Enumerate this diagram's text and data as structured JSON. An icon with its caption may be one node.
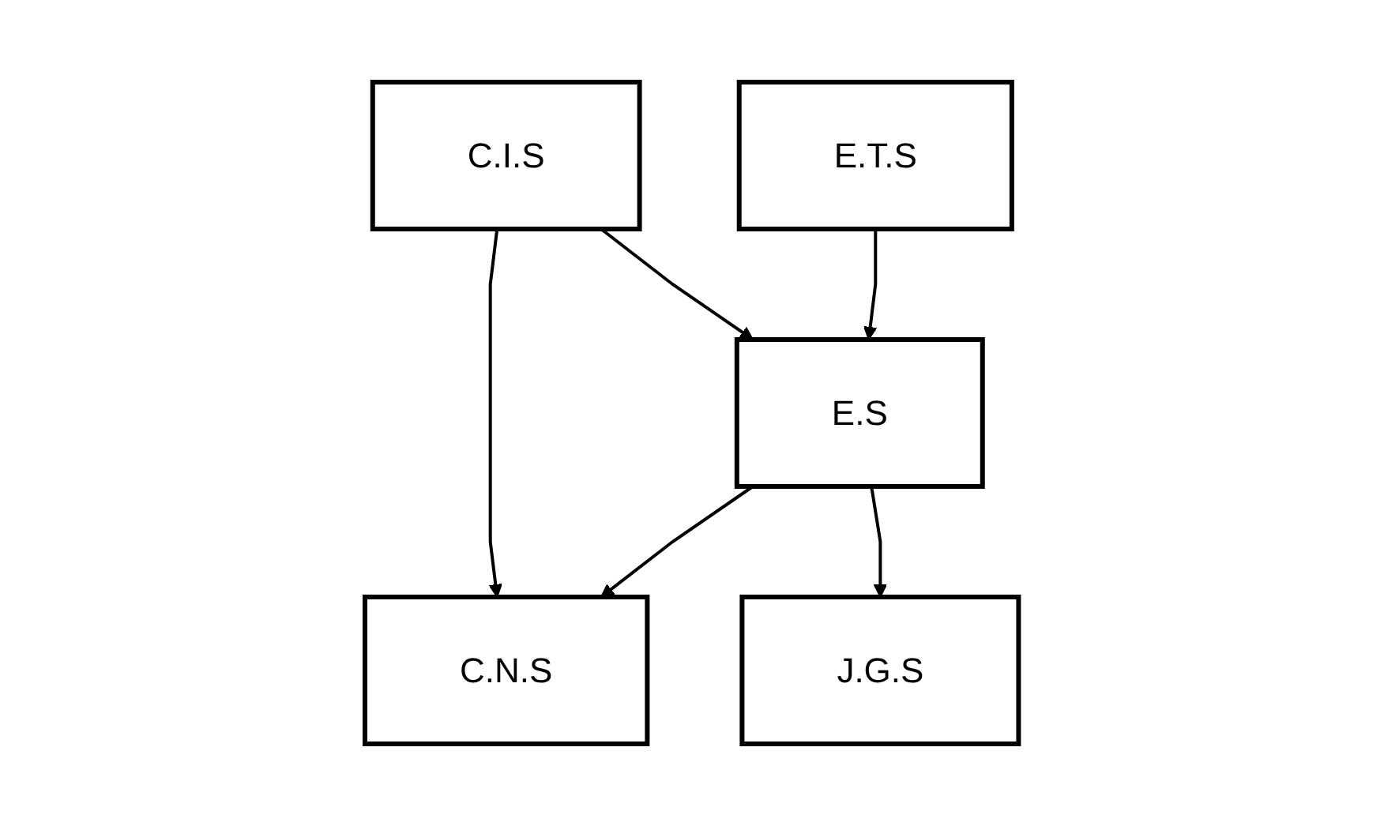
{
  "diagram": {
    "nodes": [
      {
        "text": [
          "C.I.S"
        ]
      },
      {
        "text": [
          "E.T.S"
        ]
      },
      {
        "text": [
          "J.G.S"
        ]
      },
      {
        "text": [
          "C.N.S"
        ]
      },
      {
        "text": [
          "E.S"
        ]
      }
    ],
    "edges": [
      {
        "from": 0,
        "to": 3,
        "arrow": "to"
      },
      {
        "from": 0,
        "to": 4,
        "arrow": "to"
      },
      {
        "from": 1,
        "to": 4,
        "arrow": "to"
      },
      {
        "from": 4,
        "to": 2,
        "arrow": "to"
      },
      {
        "from": 4,
        "to": 3,
        "arrow": "to"
      }
    ]
  }
}
